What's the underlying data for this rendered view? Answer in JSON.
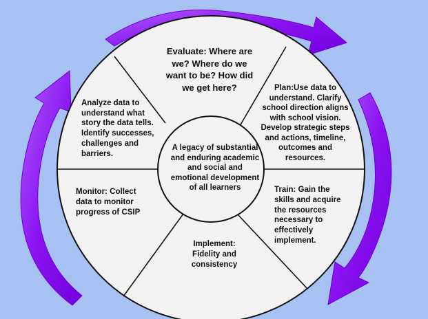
{
  "diagram": {
    "center_text": "A legacy of substantial\nand enduring academic\nand social and\nemotional development\nof all learners",
    "segments": {
      "evaluate": "Evaluate: Where are\nwe? Where do we\nwant to be? How did\nwe get here?",
      "plan": "Plan:Use data to\nunderstand. Clarify\nschool direction aligns\nwith school vision.\nDevelop strategic steps\nand actions, timeline,\noutcomes and\nresources.",
      "train": "Train: Gain the\nskills and acquire\nthe resources\nnecessary to\neffectively\nimplement.",
      "implement": "Implement:\nFidelity and\nconsistency",
      "monitor": "Monitor: Collect\ndata to monitor\nprogress of CSIP",
      "analyze": "Analyze data to\nunderstand what\nstory the data tells.\nIdentify successes,\nchallenges and\nbarriers."
    },
    "colors": {
      "background": "#a6c1f2",
      "wheel_fill": "#f2f2f2",
      "wheel_stroke": "#111111",
      "arrow": "#8a12f0"
    }
  }
}
